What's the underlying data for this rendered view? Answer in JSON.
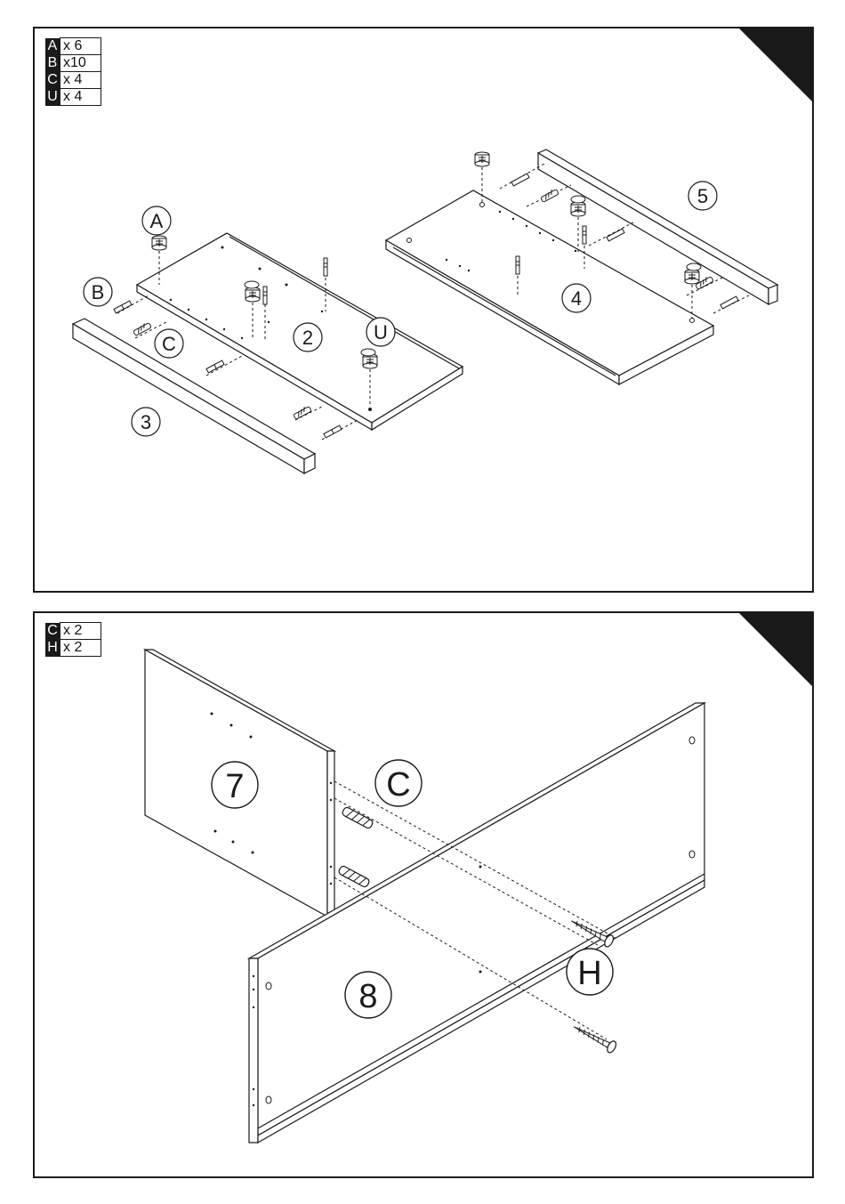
{
  "steps": [
    {
      "parts": [
        {
          "letter": "A",
          "qty": "x 6"
        },
        {
          "letter": "B",
          "qty": "x10"
        },
        {
          "letter": "C",
          "qty": "x 4"
        },
        {
          "letter": "U",
          "qty": "x 4"
        }
      ],
      "callouts": {
        "a": "A",
        "b": "B",
        "c": "C",
        "u": "U",
        "p2": "2",
        "p3": "3",
        "p4": "4",
        "p5": "5"
      }
    },
    {
      "parts": [
        {
          "letter": "C",
          "qty": "x 2"
        },
        {
          "letter": "H",
          "qty": "x 2"
        }
      ],
      "callouts": {
        "p7": "7",
        "c": "C",
        "p8": "8",
        "h": "H"
      }
    }
  ],
  "colors": {
    "ink": "#1a1a1a",
    "paper": "#ffffff"
  }
}
